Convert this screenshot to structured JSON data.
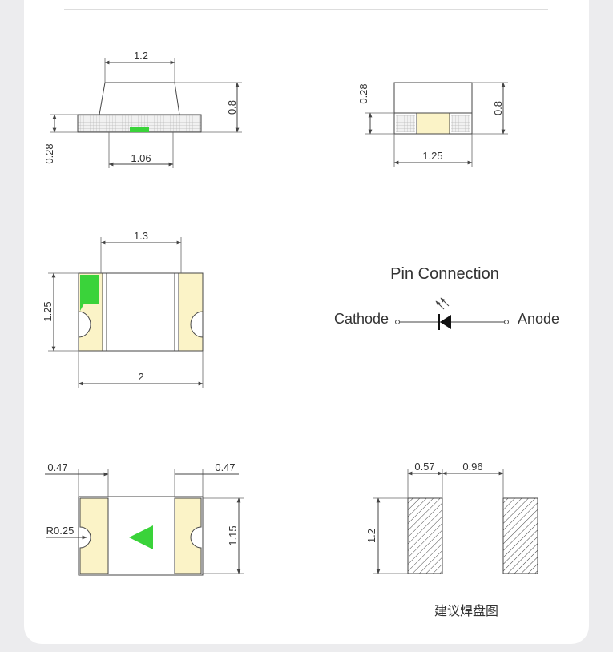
{
  "dims": {
    "side_top_width": "1.2",
    "side_height": "0.8",
    "side_pad_height": "0.28",
    "side_bottom_width": "1.06",
    "end_pad_height": "0.28",
    "end_height": "0.8",
    "end_width": "1.25",
    "top_inner_width": "1.3",
    "top_height": "1.25",
    "top_length": "2",
    "bot_left_pad": "0.47",
    "bot_right_pad": "0.47",
    "bot_radius": "R0.25",
    "bot_height": "1.15",
    "pad_width": "0.57",
    "pad_gap": "0.96",
    "pad_height": "1.2"
  },
  "pin_connection": {
    "title": "Pin Connection",
    "cathode": "Cathode",
    "anode": "Anode"
  },
  "solder_pad_caption": "建议焊盘图",
  "colors": {
    "body_yellow": "#fbf3c7",
    "green_mark": "#3ad33a",
    "terminal_grid": "#c9c9c9"
  }
}
